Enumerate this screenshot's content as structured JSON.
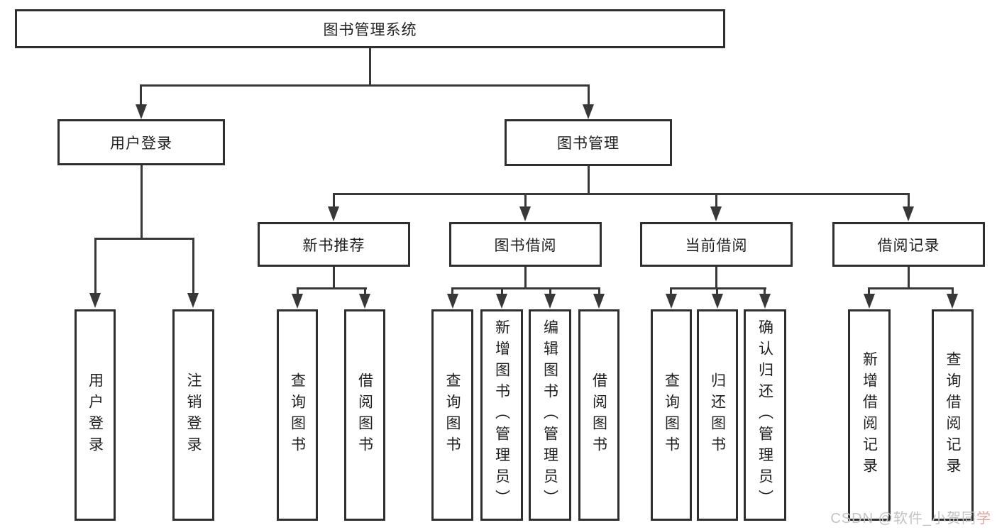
{
  "nodes": {
    "root": "图书管理系统",
    "level2": [
      "用户登录",
      "图书管理"
    ],
    "level3": [
      "新书推荐",
      "图书借阅",
      "当前借阅",
      "借阅记录"
    ],
    "leaves": {
      "user_login": [
        "用户登录",
        "注销登录"
      ],
      "new_book_recommend": [
        "查询图书",
        "借阅图书"
      ],
      "book_borrow": [
        "查询图书",
        "新增图书（管理员）",
        "编辑图书（管理员）",
        "借阅图书"
      ],
      "current_borrow": [
        "查询图书",
        "归还图书",
        "确认归还（管理员）"
      ],
      "borrow_records": [
        "新增借阅记录",
        "查询借阅记录"
      ]
    }
  },
  "watermark": {
    "prefix": "CSDN @软件_小贺同",
    "accent_char": "学"
  },
  "colors": {
    "line": "#383838",
    "box_border": "#2f2f2f",
    "text": "#1e1e1e",
    "watermark": "#c3c3c3"
  }
}
